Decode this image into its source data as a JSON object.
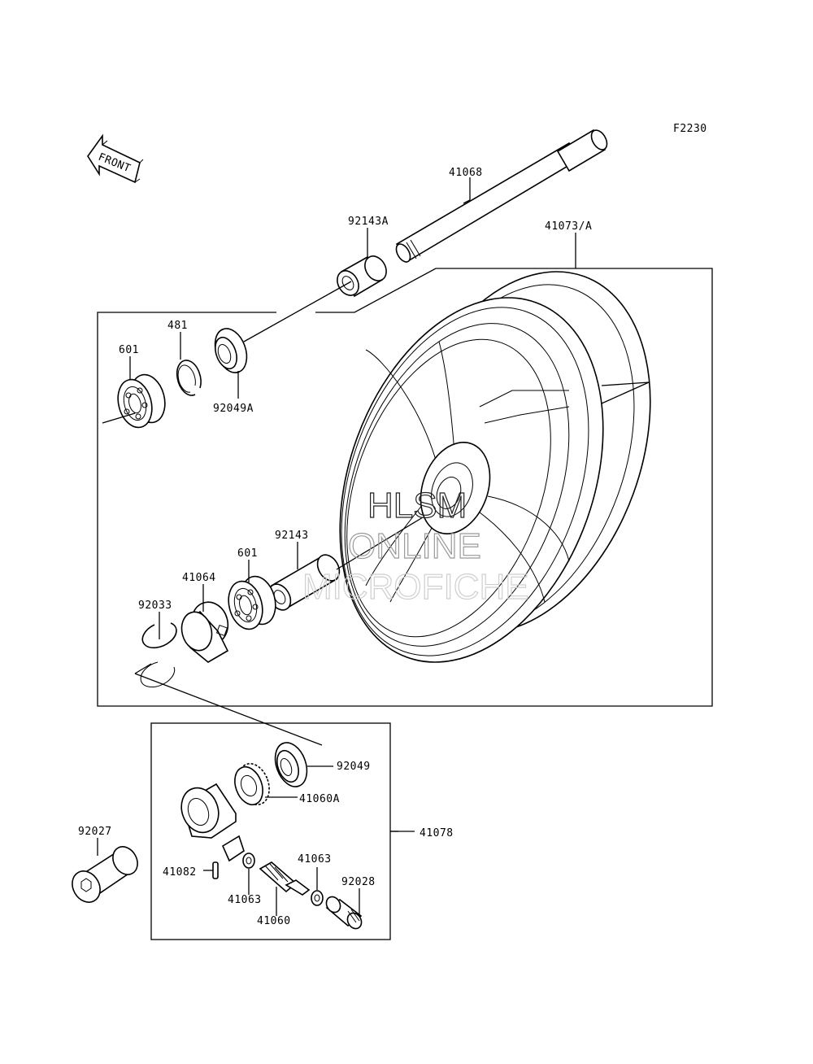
{
  "figure_code": "F2230",
  "front_arrow_text": "FRONT",
  "watermark": {
    "line1": "HLSM",
    "line2": "ONLINE",
    "line3": "MICROFICHE"
  },
  "parts": {
    "p41068": "41068",
    "p41073a": "41073/A",
    "p92143a": "92143A",
    "p481": "481",
    "p601_top": "601",
    "p92049a": "92049A",
    "p92143": "92143",
    "p601_bottom": "601",
    "p41064": "41064",
    "p92033": "92033",
    "p92049": "92049",
    "p41060a": "41060A",
    "p41078": "41078",
    "p92027": "92027",
    "p41063_right": "41063",
    "p41082": "41082",
    "p92028": "92028",
    "p41063_left": "41063",
    "p41060": "41060"
  }
}
